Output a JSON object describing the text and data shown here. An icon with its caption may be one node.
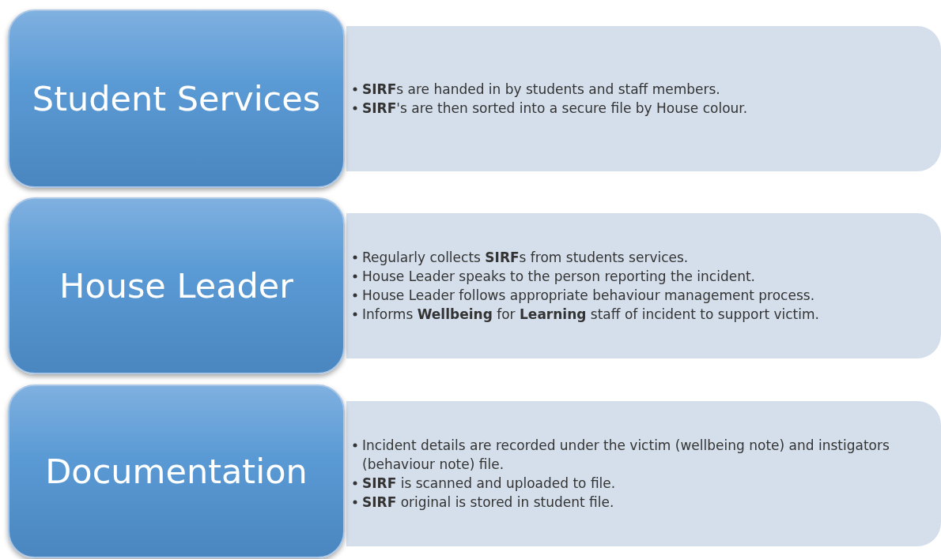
{
  "diagram": {
    "nodes": [
      {
        "text": [
          "Student Services"
        ]
      },
      {
        "text": [
          "**SIRF**s are handed in by students and staff members.",
          "**SIRF**'s are then sorted into a  secure file by House colour."
        ]
      },
      {
        "text": [
          "House Leader"
        ]
      },
      {
        "text": [
          "Regularly collects **SIRF**s from students services.",
          "House Leader speaks to the person reporting the incident.",
          "House Leader follows appropriate behaviour management process.",
          "Informs **Wellbeing** for **Learning** staff of incident to support victim."
        ]
      },
      {
        "text": [
          "Documentation"
        ]
      },
      {
        "text": [
          "Incident details are recorded under the victim (wellbeing note) and instigators (behaviour note) file.",
          "**SIRF** is scanned and uploaded to file.",
          "**SIRF** original is stored in student file."
        ]
      }
    ]
  }
}
